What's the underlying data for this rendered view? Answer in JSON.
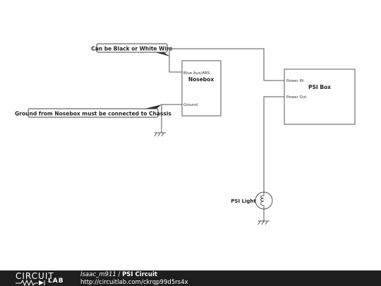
{
  "annotations": {
    "wire_color": "Can be Black or White Wire",
    "ground_note": "Ground from Nosebox must be connected to Chassis"
  },
  "nosebox": {
    "title": "Nosebox",
    "pin_aux": "Blue Aux/ABS",
    "pin_ground": "Ground"
  },
  "psi_box": {
    "title": "PSI Box",
    "pin_in": "Power IN",
    "pin_out": "Power Out"
  },
  "psi_light": {
    "label": "PSI Light"
  },
  "footer": {
    "logo_top": "CIRCUIT",
    "logo_bottom": "LAB",
    "author": "Isaac_m911",
    "separator": " / ",
    "project_title": "PSI Circuit",
    "url": "http://circuitlab.com/ckrqp99d5rs4x"
  },
  "colors": {
    "wire": "#555555",
    "callout_fill": "#333333",
    "footer_bg": "#1e1e1e"
  }
}
